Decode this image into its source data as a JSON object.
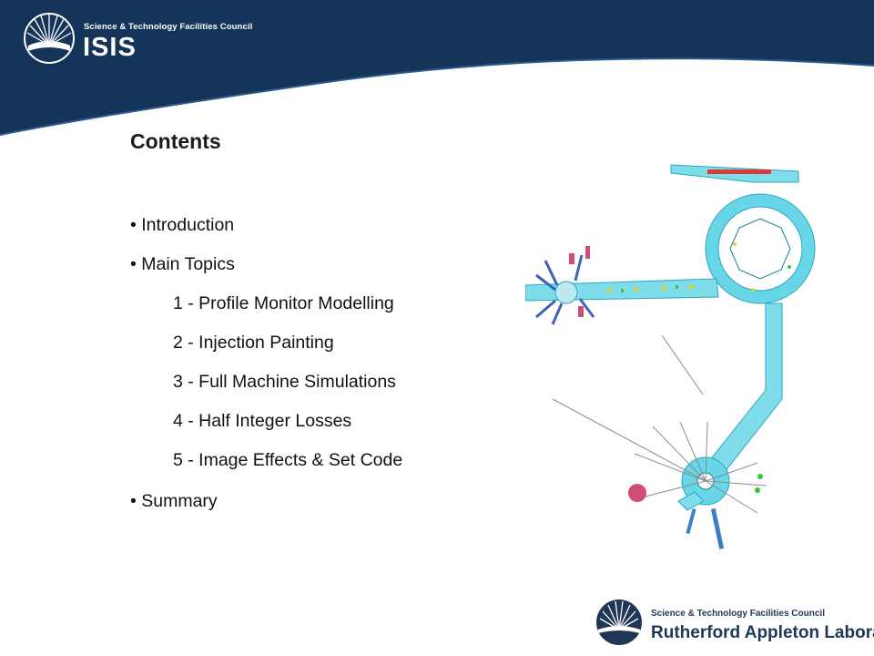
{
  "header": {
    "subtitle": "Science & Technology Facilities Council",
    "brand": "ISIS"
  },
  "slide": {
    "title": "Contents",
    "bullets": [
      {
        "text": "• Introduction",
        "level": 0
      },
      {
        "text": "• Main Topics",
        "level": 0
      },
      {
        "text": "1 - Profile Monitor Modelling",
        "level": 1
      },
      {
        "text": "2 - Injection Painting",
        "level": 1
      },
      {
        "text": "3 - Full Machine Simulations",
        "level": 1
      },
      {
        "text": "4 - Half Integer Losses",
        "level": 1
      },
      {
        "text": "5 - Image Effects & Set Code",
        "level": 1
      },
      {
        "text": "• Summary",
        "level": 0
      }
    ]
  },
  "footer": {
    "council": "Science & Technology Facilities Council",
    "lab": "Rutherford Appleton Laboratory"
  },
  "colors": {
    "header_navy": "#143459",
    "beamline_cyan": "#53d1e6",
    "text_dark": "#111111",
    "logo_navy": "#1f3657"
  }
}
